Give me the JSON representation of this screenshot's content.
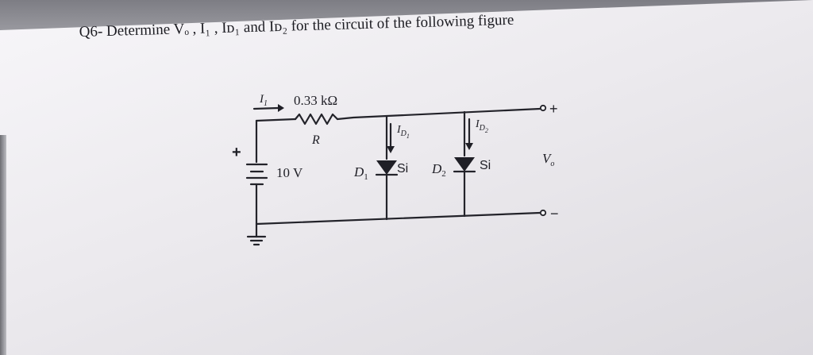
{
  "question": {
    "text": "Q6- Determine Vₒ , I₁ , Iᴅ₁ and Iᴅ₂ for the circuit of the following figure"
  },
  "circuit": {
    "current_I1": {
      "main": "I",
      "sub": "1"
    },
    "resistor_value": "0.33 kΩ",
    "resistor_name": "R",
    "battery_plus": "+",
    "battery_value": "10 V",
    "diode1": {
      "name": "D",
      "name_sub": "1",
      "material": "Si",
      "current_main": "I",
      "current_sub": "D",
      "current_subsub": "1"
    },
    "diode2": {
      "name": "D",
      "name_sub": "2",
      "material": "Si",
      "current_main": "I",
      "current_sub": "D",
      "current_subsub": "2"
    },
    "output_plus": "+",
    "output_label": "V",
    "output_sub": "o",
    "output_minus": "−"
  }
}
